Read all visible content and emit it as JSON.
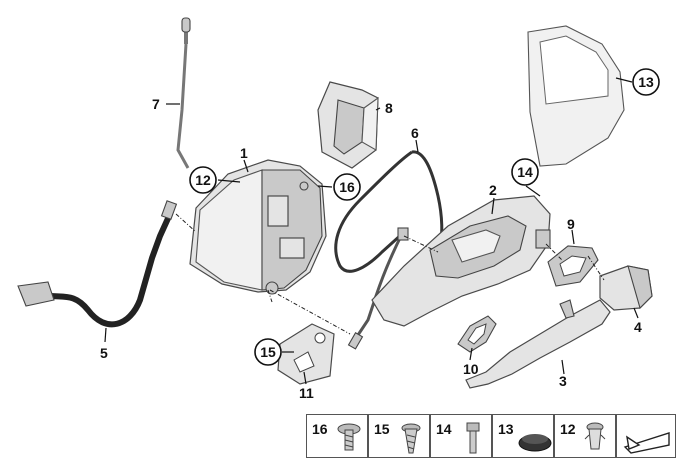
{
  "callouts": {
    "c1": "1",
    "c2": "2",
    "c3": "3",
    "c4": "4",
    "c5": "5",
    "c6": "6",
    "c7": "7",
    "c8": "8",
    "c9": "9",
    "c10": "10",
    "c11": "11",
    "c12": "12",
    "c13": "13",
    "c14": "14",
    "c15": "15",
    "c16": "16"
  },
  "legend": {
    "items": [
      "16",
      "15",
      "14",
      "13",
      "12"
    ]
  }
}
